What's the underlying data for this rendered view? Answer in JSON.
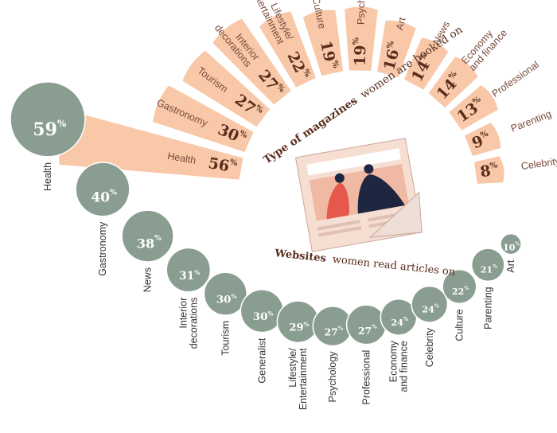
{
  "colors": {
    "magazine_fill": "#f8c8a9",
    "website_fill": "#8a9d91",
    "label_text": "#7a4a3a",
    "number_text": "#5a2d1c"
  },
  "chart_data": [
    {
      "type": "bar",
      "title_bold": "Type of magazines",
      "title_rest": " women are hooked on",
      "unit": "%",
      "categories": [
        "Health",
        "Gastronomy",
        "Tourism",
        "Interior decorations",
        "Lifestyle/ Entertainment",
        "Culture",
        "Psychology",
        "Art",
        "News",
        "Economy and finance",
        "Professional",
        "Parenting",
        "Celebrity"
      ],
      "values": [
        56,
        30,
        27,
        27,
        22,
        19,
        19,
        16,
        14,
        14,
        13,
        9,
        8
      ]
    },
    {
      "type": "bubble",
      "title_bold": "Websites",
      "title_rest": " women read articles on",
      "unit": "%",
      "categories": [
        "Health",
        "Gastronomy",
        "News",
        "Interior decorations",
        "Tourism",
        "Generalist",
        "Lifestyle/ Entertainment",
        "Psychology",
        "Professional",
        "Economy and finance",
        "Celebrity",
        "Culture",
        "Parenting",
        "Art"
      ],
      "values": [
        59,
        40,
        38,
        31,
        30,
        30,
        29,
        27,
        27,
        24,
        24,
        22,
        21,
        10
      ]
    }
  ]
}
